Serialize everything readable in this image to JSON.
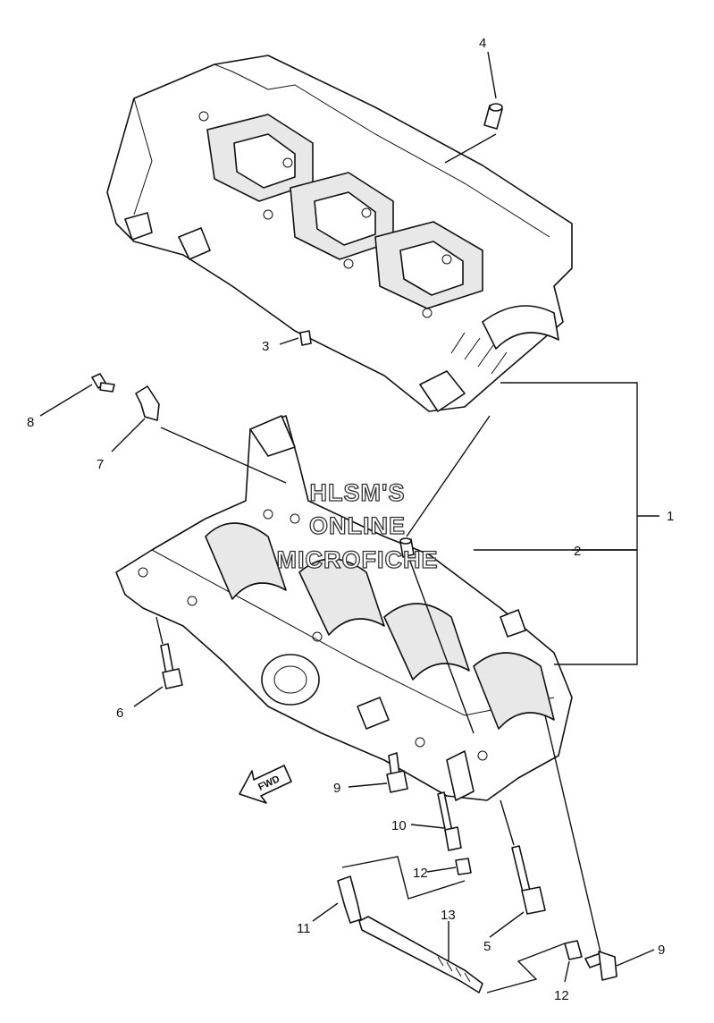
{
  "watermark": {
    "line1": "HLSM'S",
    "line2": "ONLINE",
    "line3": "MICROFICHE"
  },
  "direction_arrow": {
    "label": "FWD"
  },
  "callouts": {
    "c1": "1",
    "c2": "2",
    "c3": "3",
    "c4": "4",
    "c5": "5",
    "c6": "6",
    "c7": "7",
    "c8": "8",
    "c9a": "9",
    "c9b": "9",
    "c10": "10",
    "c11": "11",
    "c12a": "12",
    "c12b": "12",
    "c13": "13"
  },
  "colors": {
    "ink": "#111111",
    "background": "#ffffff"
  }
}
